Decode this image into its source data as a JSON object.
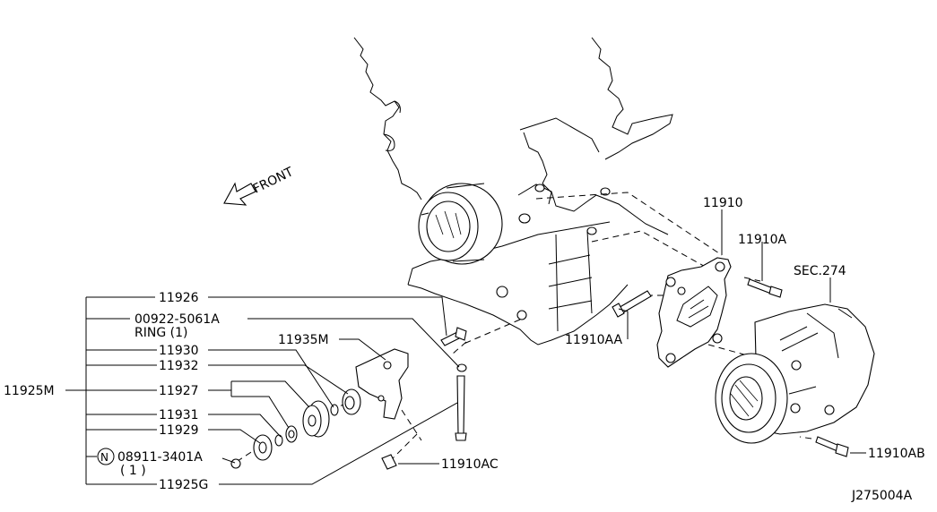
{
  "diagram": {
    "front_label": "FRONT",
    "drawing_number": "J275004A",
    "assembly_callout": "11925M",
    "callouts": {
      "c11926": "11926",
      "c00922": "00922-5061A",
      "ring": "RING (1)",
      "c11930": "11930",
      "c11932": "11932",
      "c11927": "11927",
      "c11931": "11931",
      "c11929": "11929",
      "c08911": "08911-3401A",
      "c08911_qty": "( 1 )",
      "c11925g": "11925G",
      "c11935m": "11935M",
      "c11910": "11910",
      "c11910a": "11910A",
      "c11910aa": "11910AA",
      "c11910ab": "11910AB",
      "c11910ac": "11910AC",
      "sec274": "SEC.274"
    },
    "n_symbol": "N"
  }
}
